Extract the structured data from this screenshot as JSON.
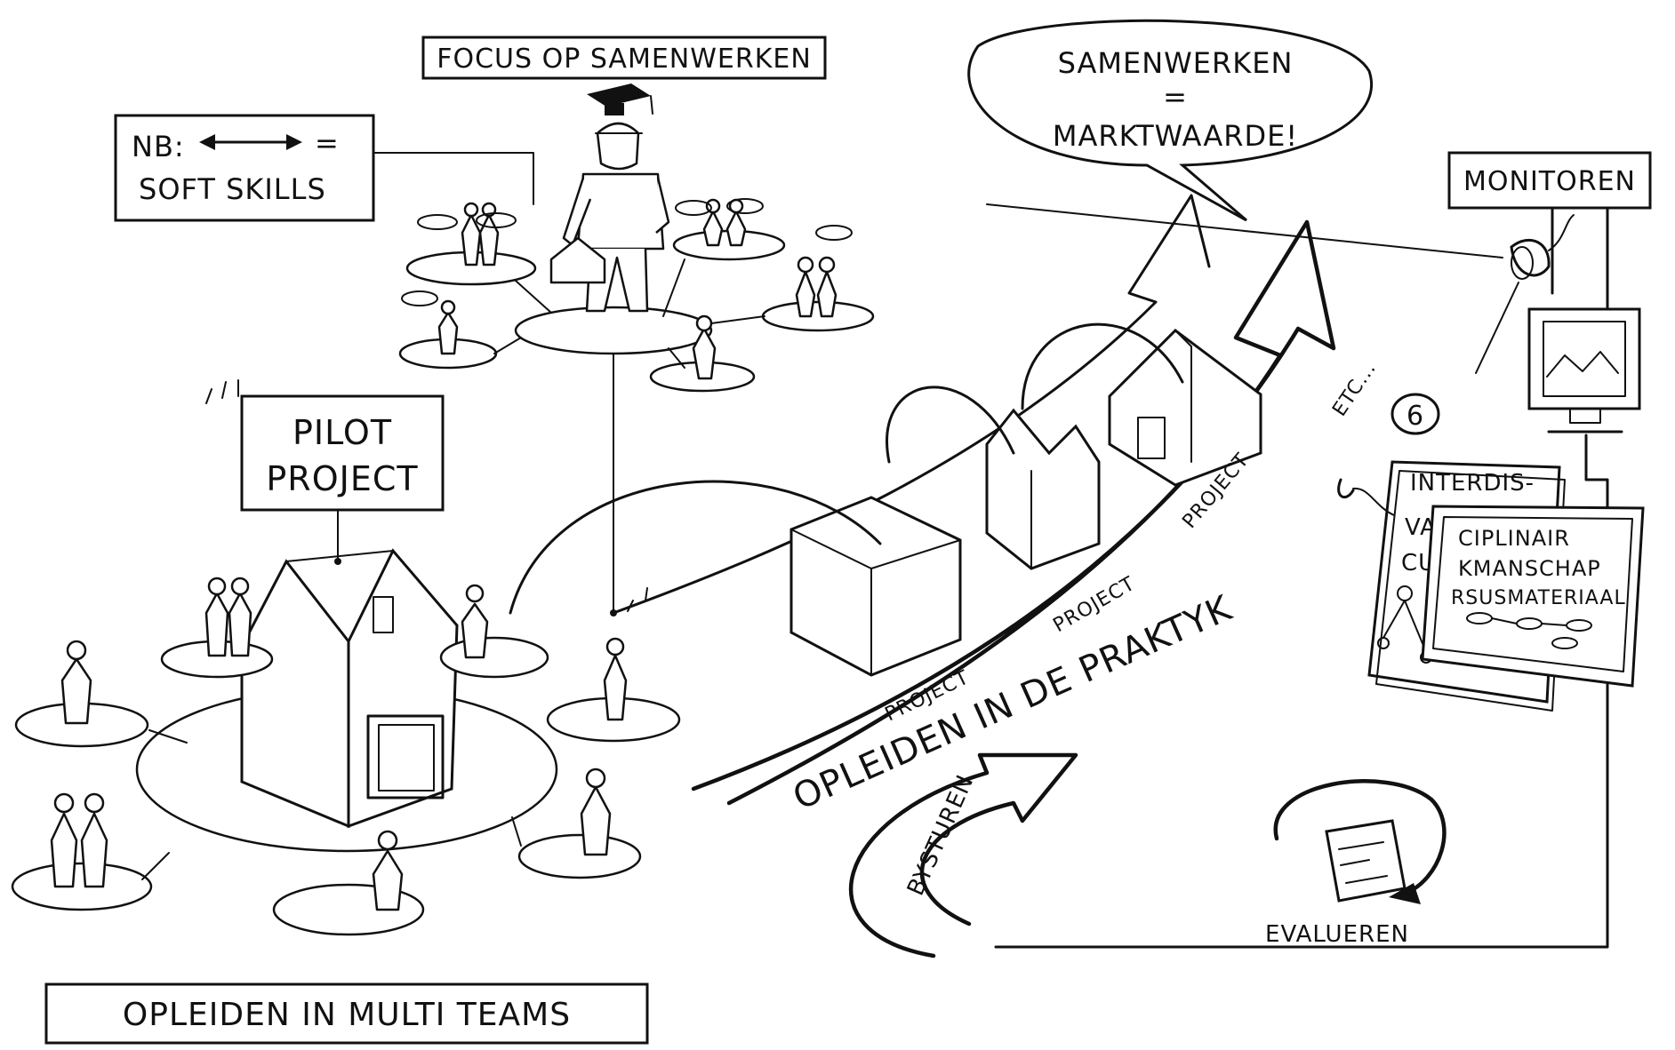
{
  "labels": {
    "focus": "FOCUS OP SAMENWERKEN",
    "nb": "NB:",
    "equals": "=",
    "soft_skills": "SOFT SKILLS",
    "pilot_line1": "PILOT",
    "pilot_line2": "PROJECT",
    "speech_line1": "SAMENWERKEN",
    "speech_line2": "=",
    "speech_line3": "MARKTWAARDE!",
    "monitoren": "MONITOREN",
    "project_1": "PROJECT",
    "project_2": "PROJECT",
    "project_3": "PROJECT",
    "etc": "ETC...",
    "praktijk": "OPLEIDEN IN DE PRAKTYK",
    "bijsturen": "BYSTUREN",
    "evalueren": "EVALUEREN",
    "multi_teams": "OPLEIDEN IN MULTI TEAMS",
    "doc_back_line1": "INTERDIS-",
    "doc_back_line2": "VA",
    "doc_back_line3": "CU",
    "tablet_line1": "CIPLINAIR",
    "tablet_line2": "KMANSCHAP",
    "tablet_line3": "RSUSMATERIAAL"
  },
  "icons": {
    "graduation_cap": "graduation-cap-icon",
    "camera": "camera-icon",
    "monitor": "monitor-icon",
    "mouse": "mouse-icon",
    "cycle_number": "6"
  },
  "colors": {
    "ink": "#111111",
    "paper": "#ffffff"
  }
}
